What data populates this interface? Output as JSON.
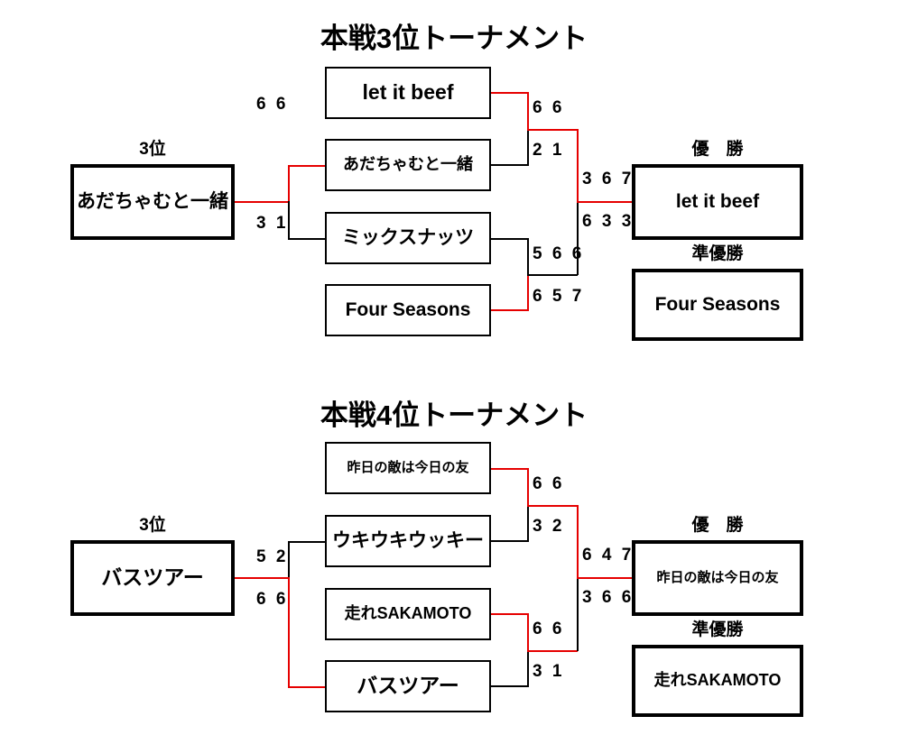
{
  "page": {
    "background": "#ffffff",
    "line_color_default": "#000000",
    "line_color_winner": "#e60000"
  },
  "brackets": [
    {
      "id": "third-place-tournament",
      "title": "本戦3位トーナメント",
      "seed": {
        "caption": "3位",
        "team": "あだちゃむと一緒",
        "scores": {
          "top": "6 6",
          "bottom": "3 1"
        }
      },
      "round1": {
        "entries": [
          {
            "team": "let it beef"
          },
          {
            "team": "あだちゃむと一緒"
          },
          {
            "team": "ミックスナッツ"
          },
          {
            "team": "Four Seasons"
          }
        ]
      },
      "round2": {
        "match_top": {
          "score_upper": "6 6",
          "score_lower": "2 1"
        },
        "match_bottom": {
          "score_upper": "5 6 6",
          "score_lower": "6 5 7"
        }
      },
      "final": {
        "score_upper": "3 6 7",
        "score_lower": "6 3 3"
      },
      "results": {
        "champion_caption": "優　勝",
        "champion_team": "let it beef",
        "runnerup_caption": "準優勝",
        "runnerup_team": "Four Seasons"
      }
    },
    {
      "id": "fourth-place-tournament",
      "title": "本戦4位トーナメント",
      "seed": {
        "caption": "3位",
        "team": "バスツアー",
        "scores": {
          "top": "5 2",
          "bottom": "6 6"
        }
      },
      "round1": {
        "entries": [
          {
            "team": "昨日の敵は今日の友"
          },
          {
            "team": "ウキウキウッキー"
          },
          {
            "team": "走れSAKAMOTO"
          },
          {
            "team": "バスツアー"
          }
        ]
      },
      "round2": {
        "match_top": {
          "score_upper": "6 6",
          "score_lower": "3 2"
        },
        "match_bottom": {
          "score_upper": "6 6",
          "score_lower": "3 1"
        }
      },
      "final": {
        "score_upper": "6 4 7",
        "score_lower": "3 6 6"
      },
      "results": {
        "champion_caption": "優　勝",
        "champion_team": "昨日の敵は今日の友",
        "runnerup_caption": "準優勝",
        "runnerup_team": "走れSAKAMOTO"
      }
    }
  ]
}
